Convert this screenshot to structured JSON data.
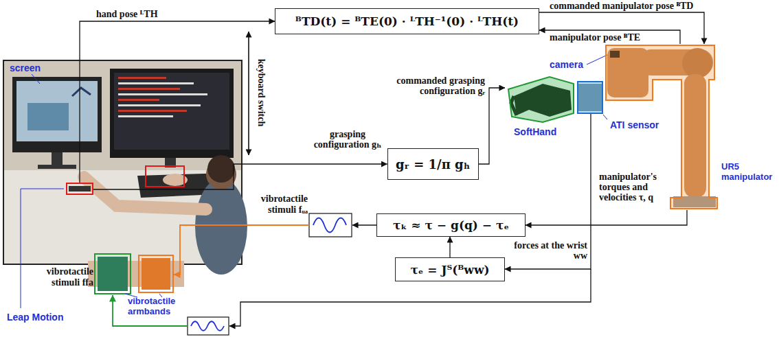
{
  "diagram": {
    "nodes": [
      {
        "text": [
          "Leap Motion"
        ]
      },
      {
        "text": [
          "ᴮTD(t) = ᴮTE(0) · ᴸTH⁻¹(0) · ᴸTH(t)"
        ]
      },
      {
        "text": [
          "gᵣ = 1/π gₕ"
        ]
      },
      {
        "text": [
          "SoftHand"
        ]
      },
      {
        "text": [
          "ATI sensor"
        ]
      },
      {
        "text": [
          "UR5 manipulator"
        ]
      },
      {
        "text": [
          "τₖ ≈ τ − g(q) − τₑ"
        ]
      },
      {
        "text": [
          "τₑ = Jᵀ(ᴮww)"
        ]
      }
    ],
    "edges": [
      {
        "from": 0,
        "to": 1,
        "arrow": "to",
        "label": "hand pose ᴸTH"
      },
      {
        "from": 0,
        "to": 2,
        "arrow": "to",
        "label": "grasping configuration gₕ"
      },
      {
        "from": 1,
        "to": 5,
        "arrow": "to",
        "label": "commanded manipulator pose ᴮTD"
      },
      {
        "from": 5,
        "to": 1,
        "arrow": "to",
        "label": "manipulator pose ᴮTE"
      },
      {
        "from": 2,
        "to": 3,
        "arrow": "to",
        "label": "commanded grasping configuration gᵣ"
      },
      {
        "from": 5,
        "to": 6,
        "arrow": "to",
        "label": "manipulator's torques and velocities τ, q"
      },
      {
        "from": 4,
        "to": 7,
        "arrow": "to",
        "label": "forces at the wrist ww"
      },
      {
        "from": 7,
        "to": 6,
        "arrow": "to"
      }
    ],
    "labels": [
      "screen",
      "keyboard switch",
      "camera",
      "vibrotactile stimuli fᵤₐ",
      "vibrotactile stimuli ffa",
      "vibrotactile armbands"
    ]
  }
}
